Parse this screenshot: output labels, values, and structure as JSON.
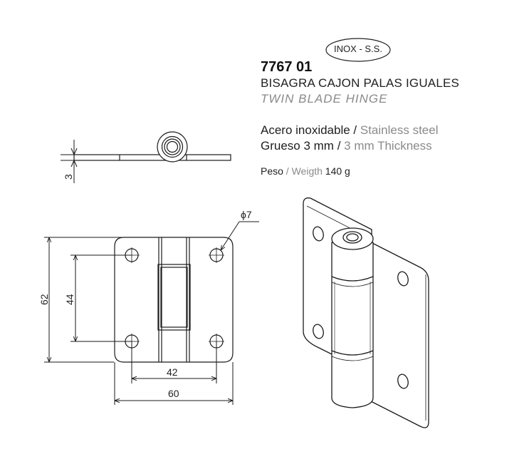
{
  "badge": {
    "text": "INOX - S.S."
  },
  "product": {
    "code": "7767 01",
    "name_es": "BISAGRA CAJON PALAS IGUALES",
    "name_en": "TWIN  BLADE  HINGE"
  },
  "specs": {
    "material_es": "Acero inoxidable",
    "separator": " / ",
    "material_en": "Stainless steel",
    "thickness_es": "Grueso 3 mm",
    "thickness_sep": " /  ",
    "thickness_en": "3 mm Thickness",
    "weight_es": "Peso",
    "weight_sep": " / ",
    "weight_en": "Weigth",
    "weight_value": " 140 g"
  },
  "dimensions": {
    "thickness": "3",
    "height": "62",
    "hole_spacing_v": "44",
    "hole_spacing_h": "42",
    "width": "60",
    "hole_diameter": "ϕ7"
  },
  "colors": {
    "line": "#1a1a1a",
    "grey_text": "#8a8a8a"
  }
}
